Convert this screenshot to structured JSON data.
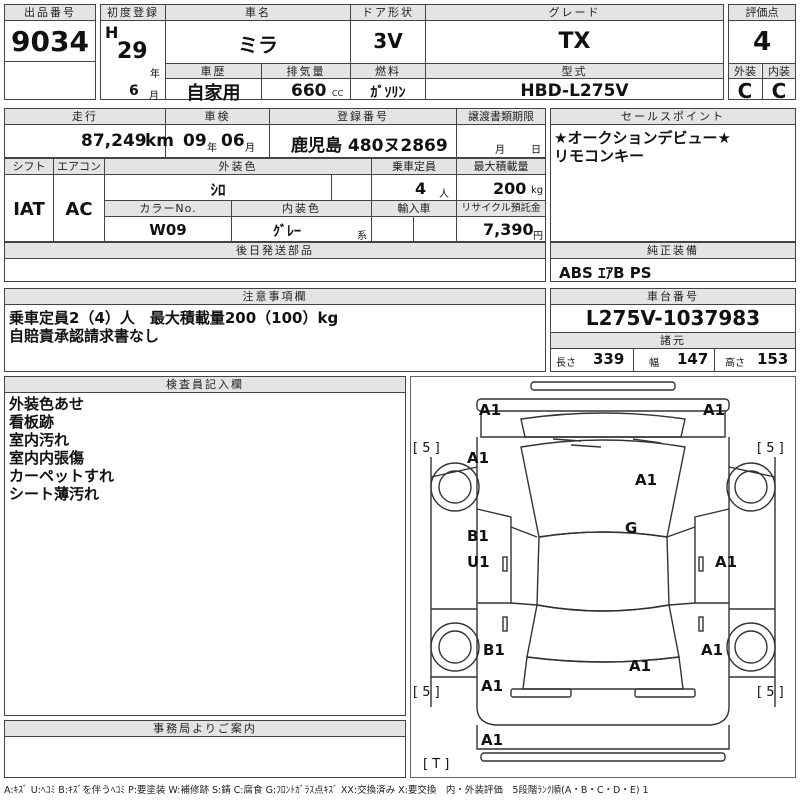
{
  "header": {
    "lot_label": "出品番号",
    "lot": "9034",
    "reg_label": "初度登録",
    "era": "H",
    "reg_year": "29",
    "year_unit": "年",
    "reg_month": "6",
    "month_unit": "月",
    "name_label": "車名",
    "name": "ミラ",
    "door_label": "ドア形状",
    "door": "3V",
    "grade_label": "グレード",
    "grade": "TX",
    "score_label": "評価点",
    "score": "4",
    "history_label": "車歴",
    "history": "自家用",
    "displacement_label": "排気量",
    "displacement": "660",
    "cc": "CC",
    "fuel_label": "燃料",
    "fuel": "ｶﾞｿﾘﾝ",
    "model_label": "型式",
    "model": "HBD-L275V",
    "ext_label": "外装",
    "ext": "C",
    "int_label": "内装",
    "int": "C"
  },
  "row2": {
    "mileage_label": "走行",
    "mileage": "87,249",
    "km": "km",
    "inspection_label": "車検",
    "insp_year": "09",
    "insp_year_unit": "年",
    "insp_month": "06",
    "insp_month_unit": "月",
    "plate_label": "登録番号",
    "plate": "鹿児島 480ヌ2869",
    "transfer_label": "譲渡書類期限",
    "month_text": "月",
    "day_text": "日",
    "sales_label": "セールスポイント",
    "sales_points": [
      "★オークションデビュー★",
      "リモコンキー"
    ]
  },
  "row3": {
    "shift_label": "シフト",
    "shift": "IAT",
    "ac_label": "エアコン",
    "ac": "AC",
    "color_label": "外装色",
    "color": "ｼﾛ",
    "capacity_label": "乗車定員",
    "capacity": "4",
    "person_unit": "人",
    "load_label": "最大積載量",
    "load": "200",
    "kg": "kg",
    "color_no_label": "カラーNo.",
    "color_no": "W09",
    "interior_color_label": "内装色",
    "interior_color": "ｸﾞﾚｰ",
    "kei": "系",
    "import_label": "輸入車",
    "recycle_label": "リサイクル預託金",
    "recycle": "7,390",
    "yen": "円"
  },
  "row4": {
    "later_parts_label": "後日発送部品",
    "equipment_label": "純正装備",
    "equipment": "ABS ｴｱB PS"
  },
  "notes": {
    "label": "注意事項欄",
    "lines": [
      "乗車定員2（4）人　最大積載量200（100）kg",
      "自賠責承認請求書なし"
    ]
  },
  "chassis": {
    "label": "車台番号",
    "number": "L275V-1037983",
    "spec_label": "諸元",
    "length_label": "長さ",
    "length": "339",
    "width_label": "幅",
    "width": "147",
    "height_label": "高さ",
    "height": "153"
  },
  "inspector": {
    "label": "検査員記入欄",
    "lines": [
      "外装色あせ",
      "看板跡",
      "室内汚れ",
      "室内内張傷",
      "カーペットすれ",
      "シート薄汚れ"
    ]
  },
  "office": {
    "label": "事務局よりご案内"
  },
  "diagram": {
    "marks": {
      "front_left": "A1",
      "front_right": "A1",
      "hood": "A1",
      "roof_front": "A1",
      "windshield": "G",
      "door_b1": "B1",
      "door_u1": "U1",
      "right_door": "A1",
      "rear_left": "B1",
      "rear_right": "A1",
      "roof_rear": "A1",
      "rear_corner": "A1",
      "rear_bumper": "A1"
    },
    "tires": {
      "fl": "[ 5 ]",
      "fr": "[ 5 ]",
      "rl": "[ 5 ]",
      "rr": "[ 5 ]",
      "spare": "[ T ]"
    }
  },
  "legend": "A:ｷｽﾞ U:ﾍｺﾐ B:ｷｽﾞを伴うﾍｺﾐ P:要塗装 W:補修跡 S:錆 C:腐食 G:ﾌﾛﾝﾄｶﾞﾗｽ点ｷｽﾞ XX:交換済み X:要交換　内・外装評価　5段階ﾗﾝｸ順(A・B・C・D・E) 1"
}
